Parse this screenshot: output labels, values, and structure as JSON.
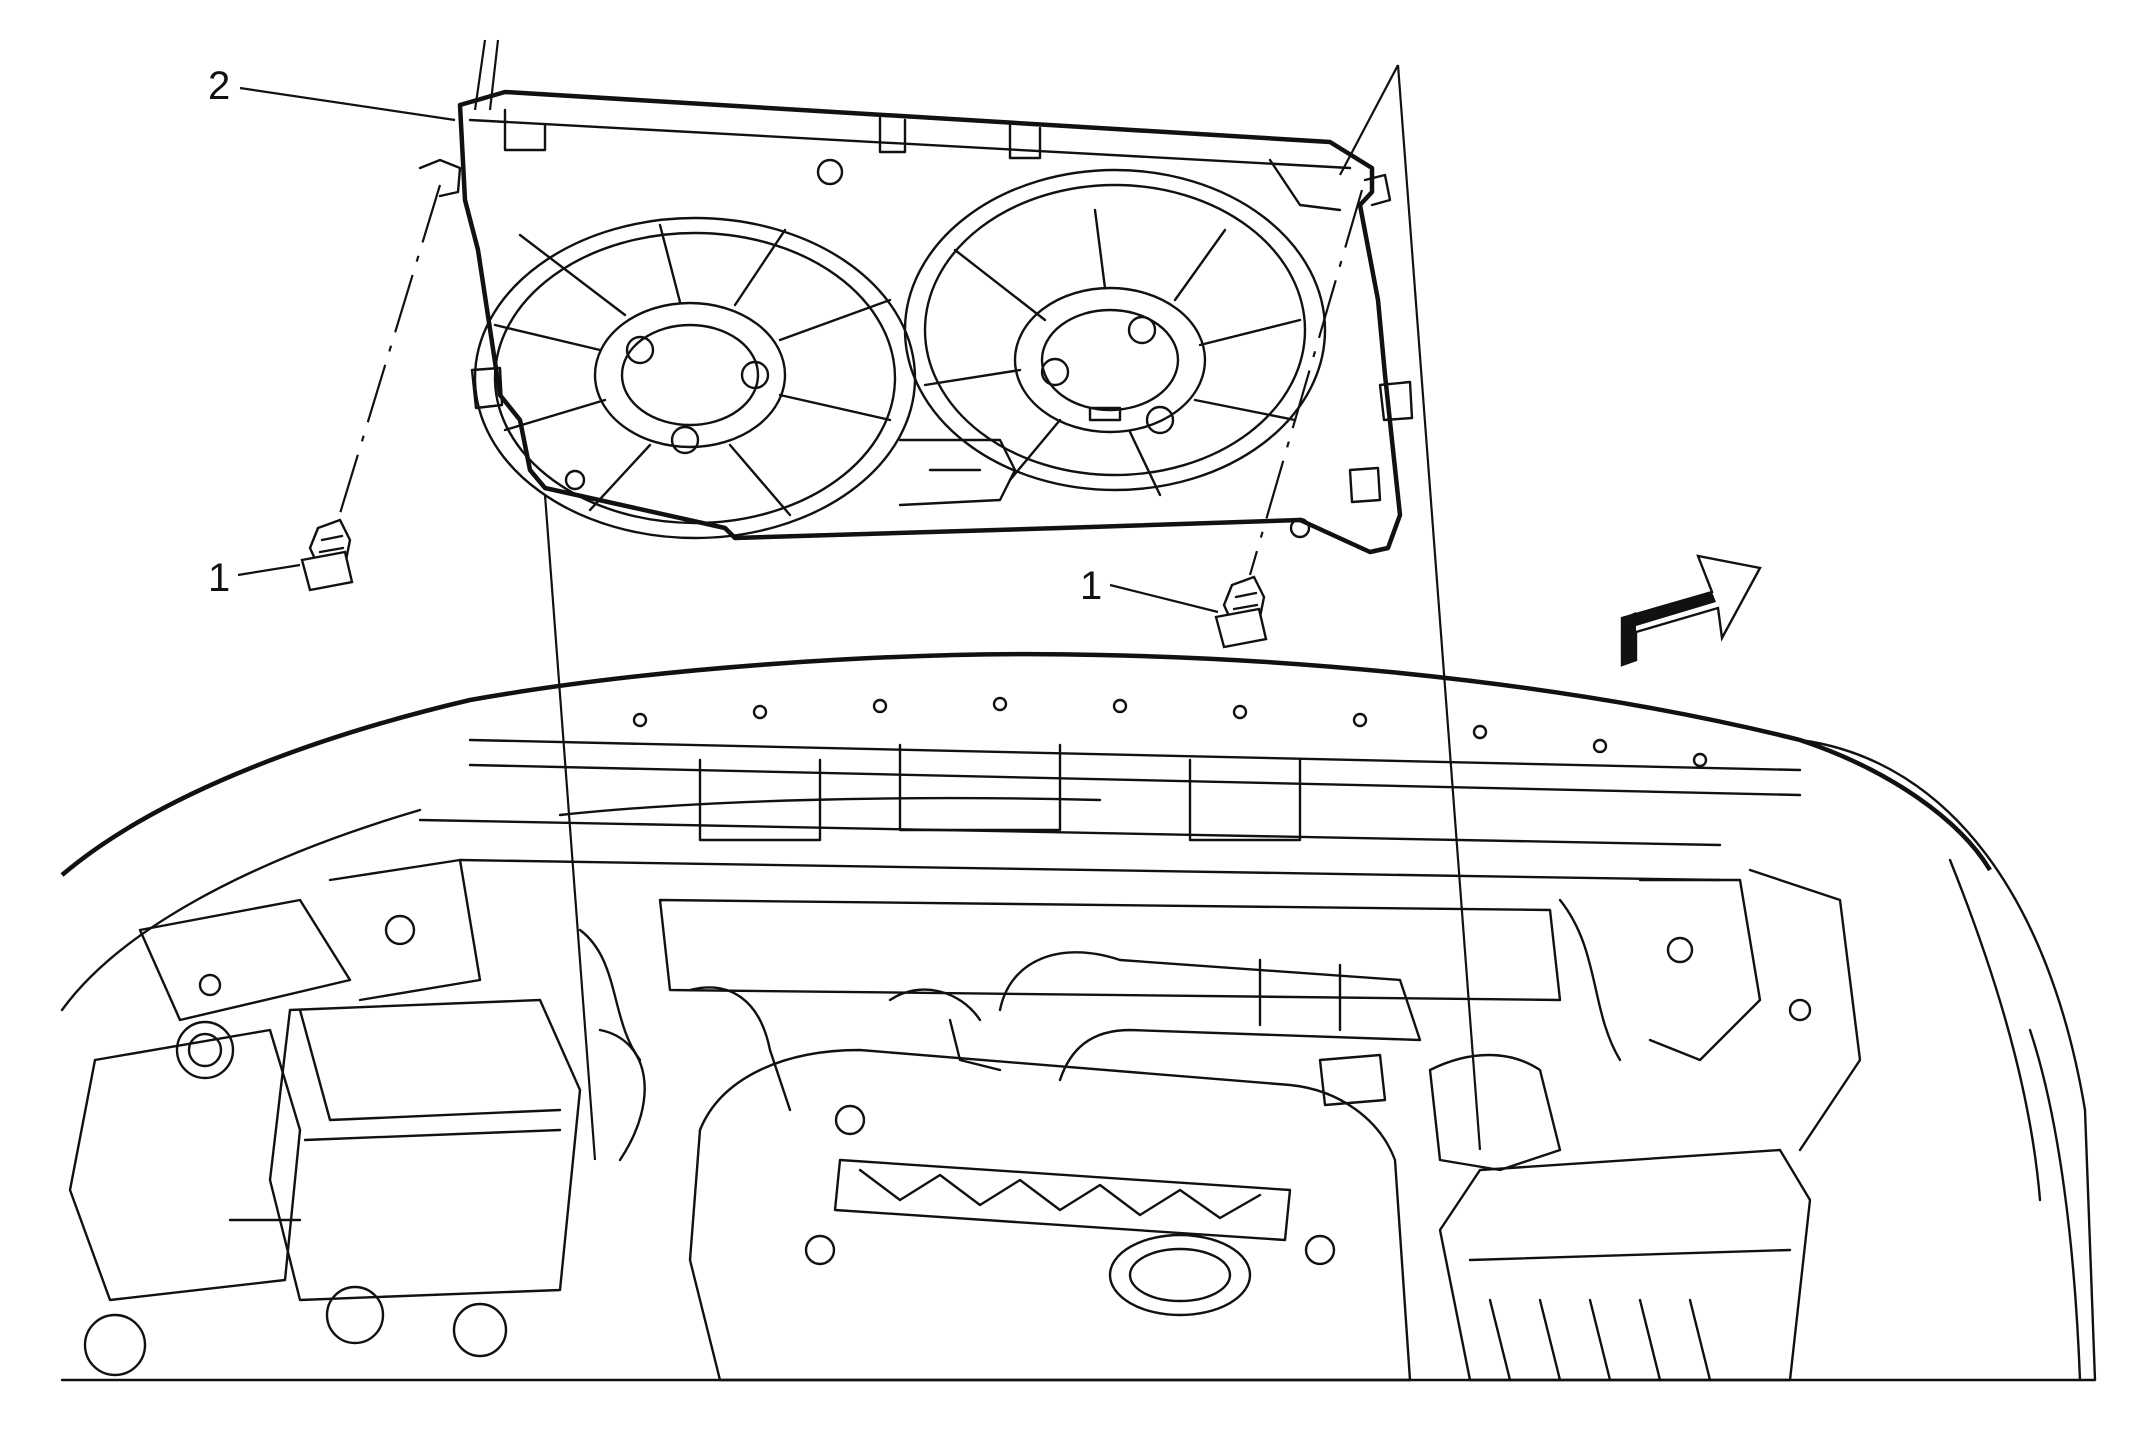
{
  "callouts": {
    "bolt_left": "1",
    "bolt_right": "1",
    "fan_shroud": "2"
  },
  "colors": {
    "ink": "#111111",
    "paper": "#ffffff"
  },
  "icons": {
    "direction": "front-of-vehicle-arrow-icon"
  }
}
